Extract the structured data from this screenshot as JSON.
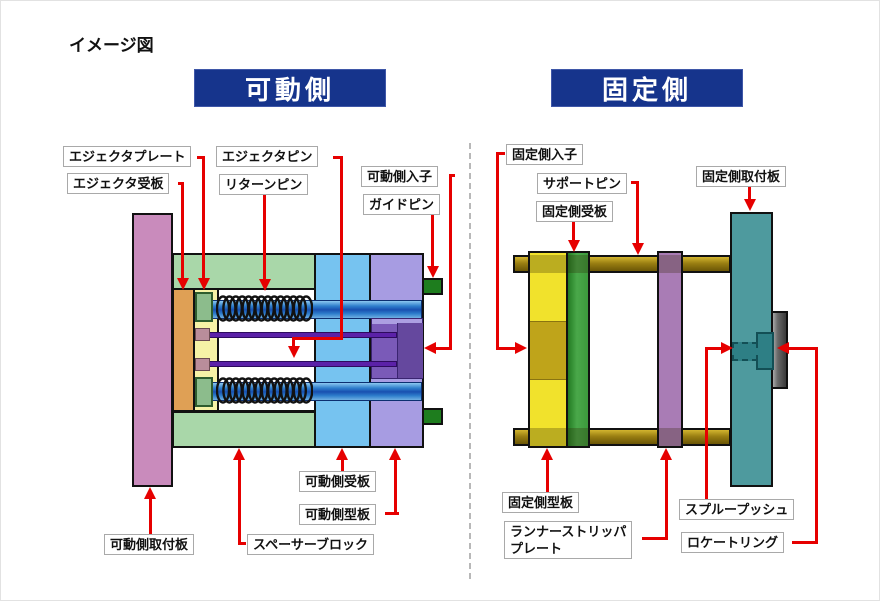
{
  "title": "イメージ図",
  "sections": {
    "movable": {
      "header": "可動側"
    },
    "fixed": {
      "header": "固定側"
    }
  },
  "labels": {
    "ejector_plate": "エジェクタプレート",
    "ejector_retainer_plate": "エジェクタ受板",
    "ejector_pin": "エジェクタピン",
    "return_pin": "リターンピン",
    "movable_insert": "可動側入子",
    "guide_pin": "ガイドピン",
    "movable_support_plate": "可動側受板",
    "movable_mold_plate": "可動側型板",
    "spacer_block": "スペーサーブロック",
    "movable_mounting_plate": "可動側取付板",
    "fixed_insert": "固定側入子",
    "support_pin": "サポートピン",
    "fixed_support_plate": "固定側受板",
    "fixed_mounting_plate": "固定側取付板",
    "fixed_mold_plate": "固定側型板",
    "runner_stripper_line1": "ランナーストリッパ",
    "runner_stripper_line2": "プレート",
    "sprue_bush": "スプループッシュ",
    "locate_ring": "ロケートリング"
  },
  "colors": {
    "header_bg": "#16348c",
    "connector_red": "#e60000",
    "movable_mounting_plate": "#c98bbc",
    "spacer_block": "#a9d7a9",
    "movable_support_plate": "#76c3f0",
    "movable_mold_plate": "#a79ce2",
    "movable_insert": "#65489e",
    "ejector_retainer_plate": "#dfa055",
    "ejector_plate": "#f6f2a6",
    "return_pin_blue": "#1850b0",
    "ejector_pin_purple": "#5b21a8",
    "guide_pin_green": "#1e7d1e",
    "fixed_mold_plate": "#f1e22c",
    "fixed_insert": "#bfa41a",
    "fixed_support_plate": "#3c9a3c",
    "support_pin_bar": "#9a7f12",
    "runner_stripper_plate": "#a97cb5",
    "fixed_mounting_plate": "#4e9a9e",
    "sprue_bush_teal": "#2e7f85",
    "locate_ring_gray": "#5a5a5a"
  }
}
